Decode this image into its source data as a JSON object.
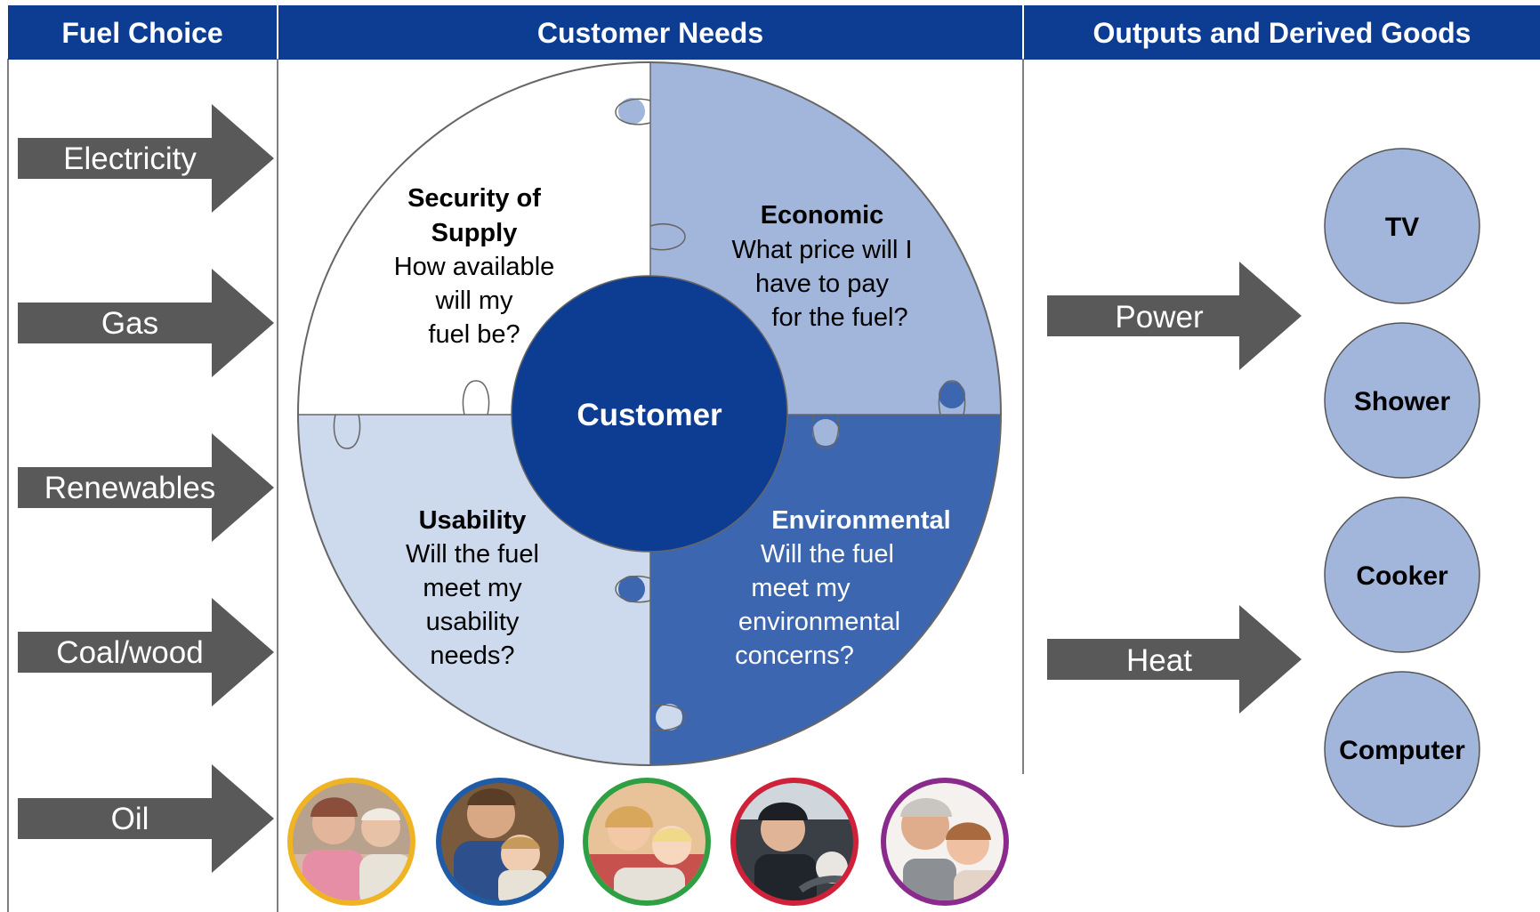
{
  "colors": {
    "header_bg": "#0d3d93",
    "arrow": "#595959",
    "piece_light_blue": "#a2b5db",
    "piece_pale_blue": "#cdd9ec",
    "piece_mid_blue": "#3c66b0",
    "center": "#0d3d93",
    "output_circle": "#a2b5db"
  },
  "headers": {
    "fuel_choice": "Fuel Choice",
    "customer_needs": "Customer Needs",
    "outputs": "Outputs and Derived Goods"
  },
  "fuels": [
    {
      "label": "Electricity"
    },
    {
      "label": "Gas"
    },
    {
      "label": "Renewables"
    },
    {
      "label": "Coal/wood"
    },
    {
      "label": "Oil"
    }
  ],
  "needs": {
    "center": "Customer",
    "security": {
      "title_1": "Security of",
      "title_2": "Supply",
      "line_1": "How available",
      "line_2": "will my",
      "line_3": "fuel be?"
    },
    "economic": {
      "title": "Economic",
      "line_1": "What price will I",
      "line_2": "have to pay",
      "line_3": "for the fuel?"
    },
    "usability": {
      "title": "Usability",
      "line_1": "Will the fuel",
      "line_2": "meet my",
      "line_3": "usability",
      "line_4": "needs?"
    },
    "environmental": {
      "title": "Environmental",
      "line_1": "Will the fuel",
      "line_2": "meet my",
      "line_3": "environmental",
      "line_4": "concerns?"
    }
  },
  "outputs": {
    "arrows": [
      {
        "label": "Power"
      },
      {
        "label": "Heat"
      }
    ],
    "goods": [
      {
        "label": "TV"
      },
      {
        "label": "Shower"
      },
      {
        "label": "Cooker"
      },
      {
        "label": "Computer"
      }
    ]
  },
  "photos": [
    {
      "icon": "elderly-couple-photo",
      "ring": "#f0b323"
    },
    {
      "icon": "father-and-child-photo",
      "ring": "#1f5ba7"
    },
    {
      "icon": "mother-and-child-photo",
      "ring": "#2ea043"
    },
    {
      "icon": "driver-photo",
      "ring": "#d0213a"
    },
    {
      "icon": "smiling-couple-photo",
      "ring": "#8a2a8c"
    }
  ]
}
